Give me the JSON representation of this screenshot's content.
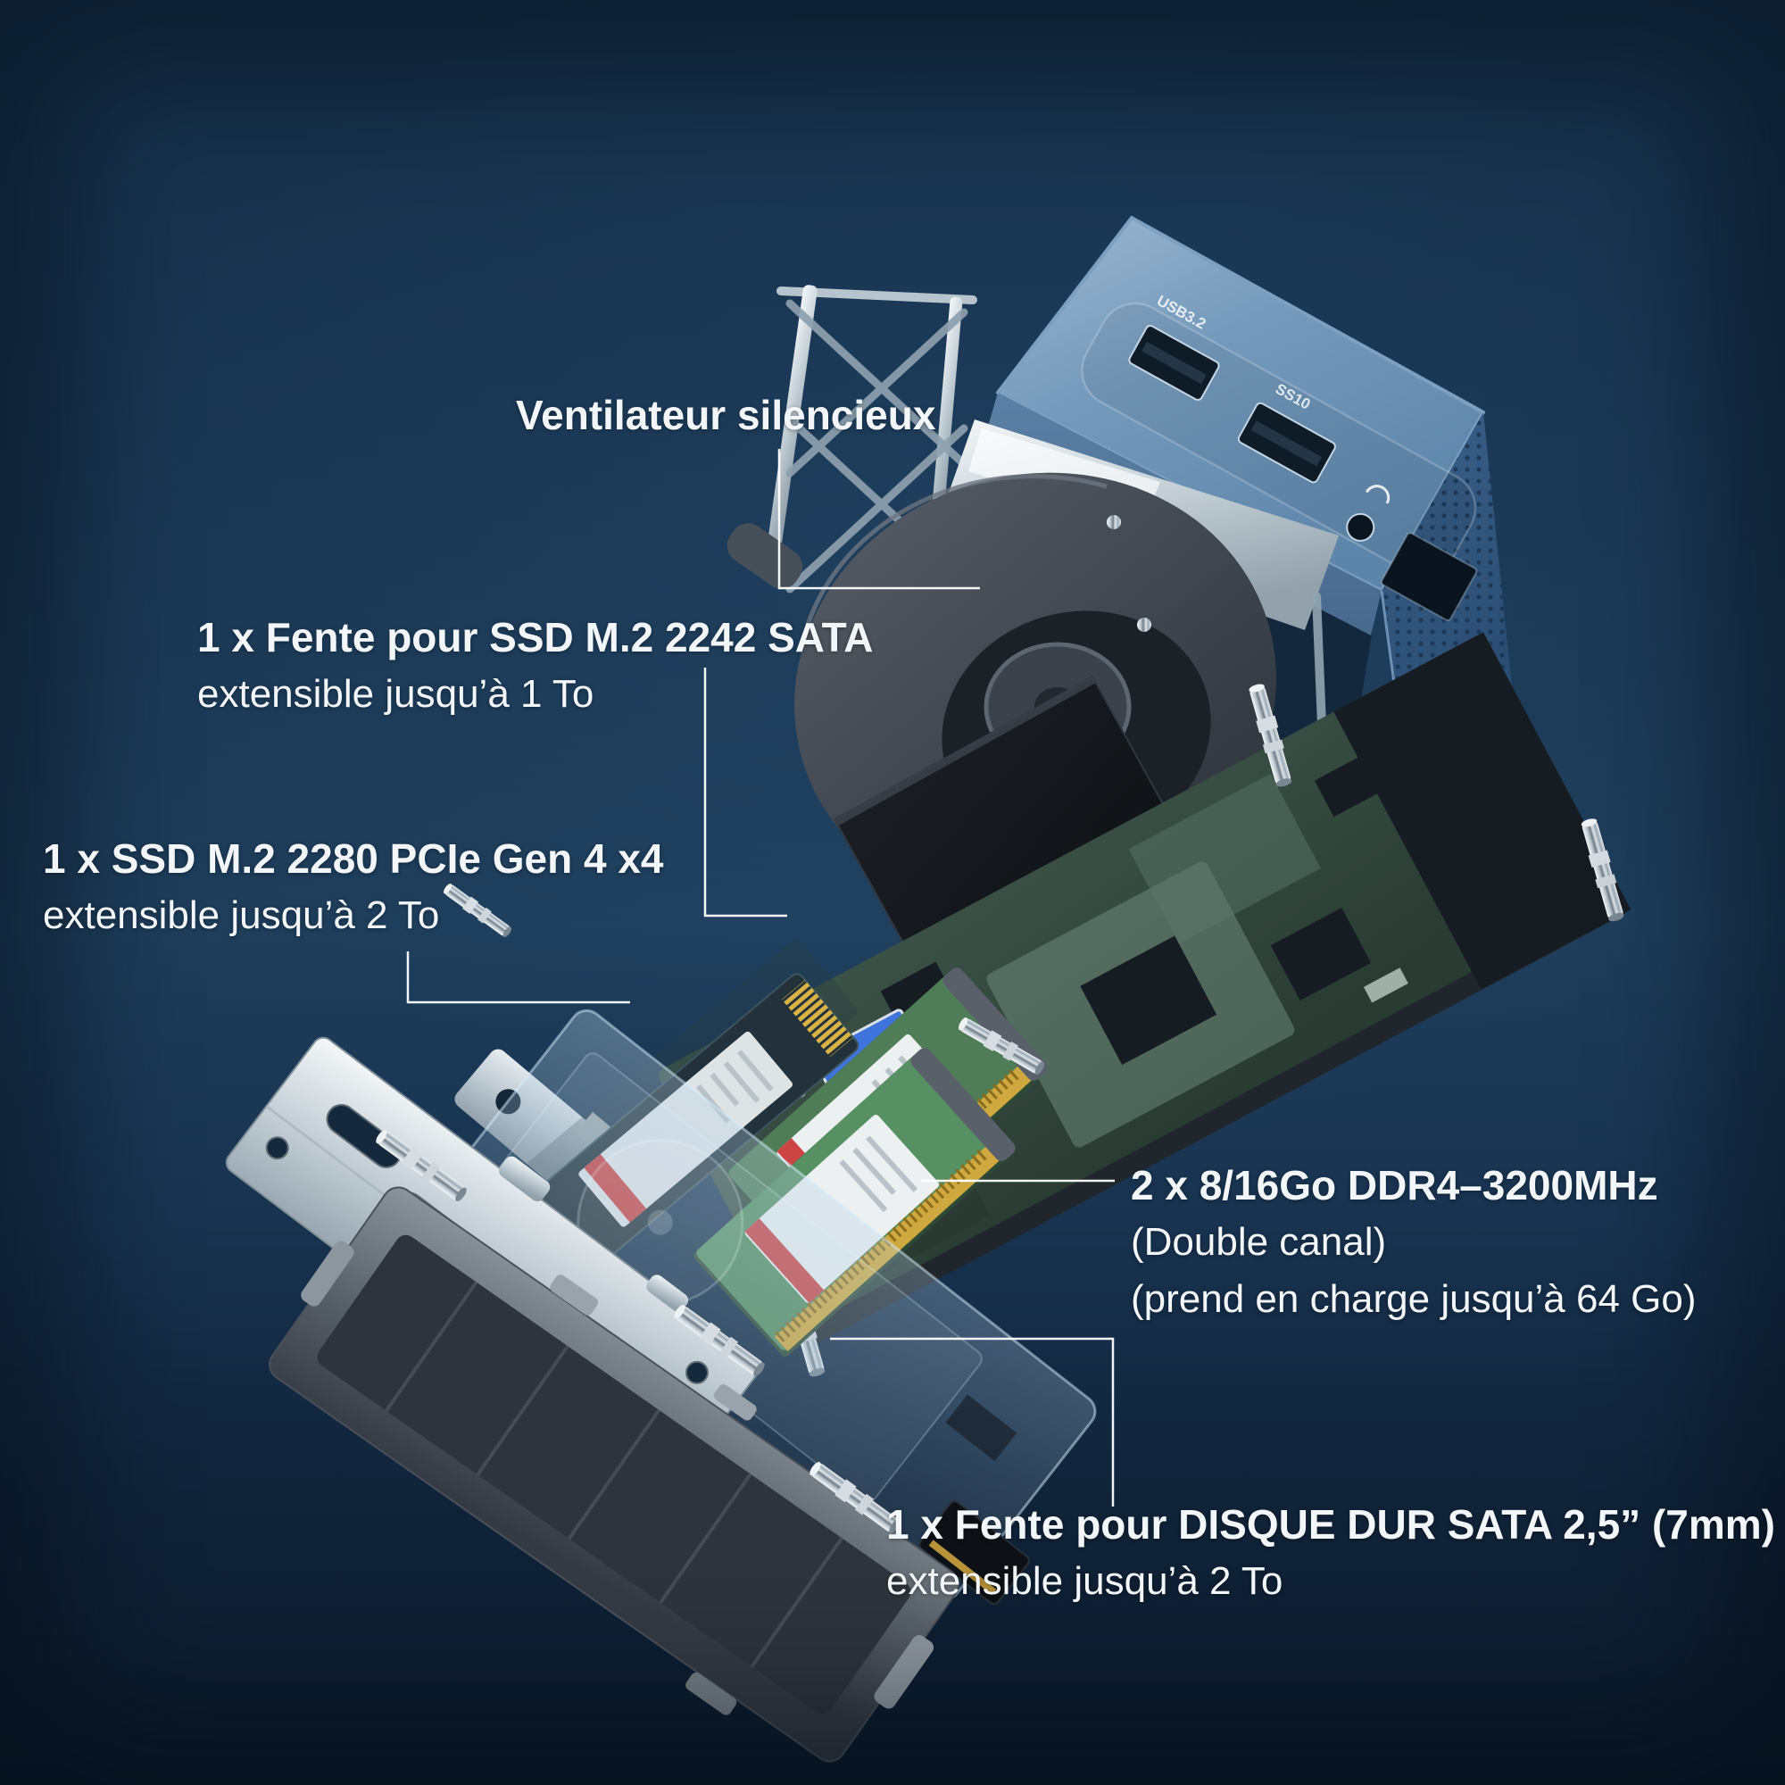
{
  "callouts": {
    "fan": {
      "title": "Ventilateur silencieux"
    },
    "m2_2242": {
      "title": "1 x Fente pour SSD M.2 2242 SATA",
      "subtitle": "extensible jusqu’à 1 To"
    },
    "m2_2280": {
      "title": "1 x SSD M.2 2280 PCIe Gen 4 x4",
      "subtitle": "extensible jusqu’à 2 To"
    },
    "ram": {
      "title": "2 x 8/16Go DDR4–3200MHz",
      "subtitle1": "(Double canal)",
      "subtitle2": "(prend en charge jusqu’à 64 Go)"
    },
    "hdd": {
      "title": "1 x Fente pour DISQUE DUR SATA 2,5” (7mm)",
      "subtitle": "extensible jusqu’à 2 To"
    }
  },
  "device": {
    "ports": {
      "usb_a_label": "USB3.2",
      "usb_a10_label": "SS10",
      "port_names": [
        "usb-3.2-port",
        "usb-3.2-gen2-port",
        "headphone-jack",
        "card-slot"
      ]
    },
    "components": [
      "case-shell",
      "chassis-frame",
      "cooling-fan",
      "heatsink-plate",
      "motherboard",
      "m2-2280-ssd",
      "ram-modules",
      "hdd-ghost",
      "hdd-bracket",
      "bottom-caddy"
    ]
  },
  "colors": {
    "background_top": "#17334e",
    "background_mid": "#1e3d5a",
    "background_bottom": "#0c1a2a",
    "text": "#f2f6f9",
    "callout_line": "#ffffff",
    "case_blue": "#6f94b6",
    "pcb_green": "#57705f",
    "ram_green": "#4f7d58",
    "gold": "#cfa93f"
  }
}
